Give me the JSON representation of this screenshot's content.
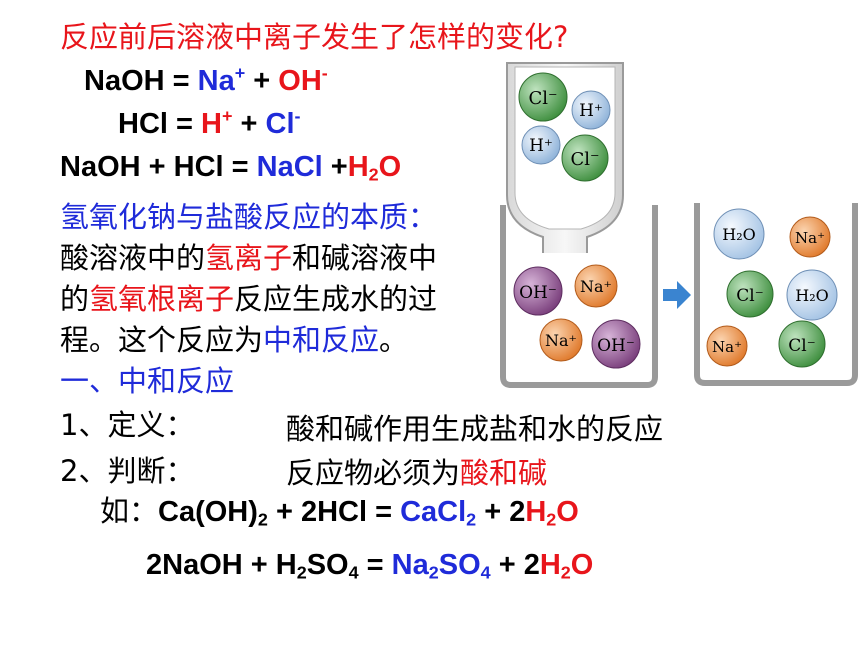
{
  "title": "反应前后溶液中离子发生了怎样的变化?",
  "equations": {
    "naoh": {
      "left": "NaOH = ",
      "na": "Na",
      "na_sup": "+",
      "plus": " + ",
      "oh": "OH",
      "oh_sup": "-"
    },
    "hcl": {
      "left": "HCl = ",
      "h": "H",
      "h_sup": "+",
      "plus": " + ",
      "cl": "Cl",
      "cl_sup": "-"
    },
    "reaction": {
      "left": "NaOH + HCl = ",
      "nacl": "NaCl",
      "plus": " +",
      "h": "H",
      "sub2": "2",
      "o": "O"
    }
  },
  "essence": {
    "heading": "氢氧化钠与盐酸反应的本质：",
    "line1_a": "酸溶液中的",
    "line1_red": "氢离子",
    "line1_b": "和碱溶液中",
    "line2_a": "的",
    "line2_red": "氢氧根离子",
    "line2_b": "反应生成水的过",
    "line3_a": "程。这个反应为",
    "line3_blue": "中和反应",
    "line3_b": "。"
  },
  "section": {
    "heading": "一、中和反应",
    "def_label": "1、定义：",
    "def_text": "酸和碱作用生成盐和水的反应",
    "judge_label": "2、判断：",
    "judge_text_a": "反应物必须为",
    "judge_text_red": "酸和碱"
  },
  "examples": {
    "ex1": {
      "prefix": "如：",
      "a": "Ca(OH)",
      "a_sub": "2",
      "b": " + 2HCl = ",
      "salt": "CaCl",
      "salt_sub": "2",
      "c": " + 2",
      "h": "H",
      "h_sub": "2",
      "o": "O"
    },
    "ex2": {
      "a": "2NaOH + H",
      "a_sub": "2",
      "b": "SO",
      "b_sub": "4",
      "c": " = ",
      "salt1": "Na",
      "salt1_sub": "2",
      "salt2": "SO",
      "salt2_sub": "4",
      "d": " + 2",
      "h": "H",
      "h_sub": "2",
      "o": "O"
    }
  },
  "diagram": {
    "funnel_ions": [
      "Cl⁻",
      "H⁺",
      "H⁺",
      "Cl⁻"
    ],
    "beaker_left_ions": [
      "OH⁻",
      "Na⁺",
      "Na⁺",
      "OH⁻"
    ],
    "beaker_right_ions": [
      "H₂O",
      "Na⁺",
      "Cl⁻",
      "H₂O",
      "Na⁺",
      "Cl⁻"
    ],
    "colors": {
      "cl": "#4e9f4e",
      "h": "#a8c6e4",
      "oh": "#8a4d8c",
      "na": "#ec8a3c",
      "h2o": "#b8d2ea",
      "arrow": "#3a84d0"
    }
  }
}
